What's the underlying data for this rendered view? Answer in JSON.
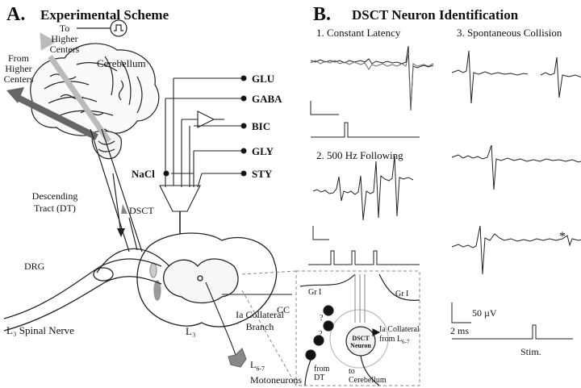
{
  "panel_a": {
    "letter": "A.",
    "title": "Experimental Scheme",
    "to_higher_line1": "To",
    "to_higher_line2": "Higher",
    "to_higher_line3": "Centers",
    "from_higher_line1": "From",
    "from_higher_line2": "Higher",
    "from_higher_line3": "Centers",
    "cerebellum": "Cerebellum",
    "glu": "GLU",
    "gaba": "GABA",
    "bic": "BIC",
    "gly": "GLY",
    "nacl": "NaCl",
    "sty": "STY",
    "descending_line1": "Descending",
    "descending_line2": "Tract (DT)",
    "dsct": "DSCT",
    "drg": "DRG",
    "cc": "CC",
    "ia_line1": "Ia Collateral",
    "ia_line2": "Branch",
    "spinal_nerve": "L₃ Spinal Nerve",
    "l3": "L₃",
    "moto_l": "L",
    "moto_sub": "6-7",
    "moto_line2": "Motoneurons",
    "inset_gr1_left": "Gr I",
    "inset_gr1_right": "Gr I",
    "inset_neuron_line1": "DSCT",
    "inset_neuron_line2": "Neuron",
    "inset_ia_line1": "Ia Collateral",
    "inset_ia_line2": "from L",
    "inset_ia_sub": "6-7",
    "inset_from_line1": "from",
    "inset_from_line2": "DT",
    "inset_to_line1": "to",
    "inset_to_line2": "Cerebellum",
    "inset_q": "?"
  },
  "panel_b": {
    "letter": "B.",
    "title": "DSCT Neuron Identification",
    "sub1": "1. Constant Latency",
    "sub2": "2. 500 Hz Following",
    "sub3": "3. Spontaneous Collision",
    "scale_v": "50 µV",
    "scale_t": "2 ms",
    "stim": "Stim.",
    "asterisk": "*"
  }
}
